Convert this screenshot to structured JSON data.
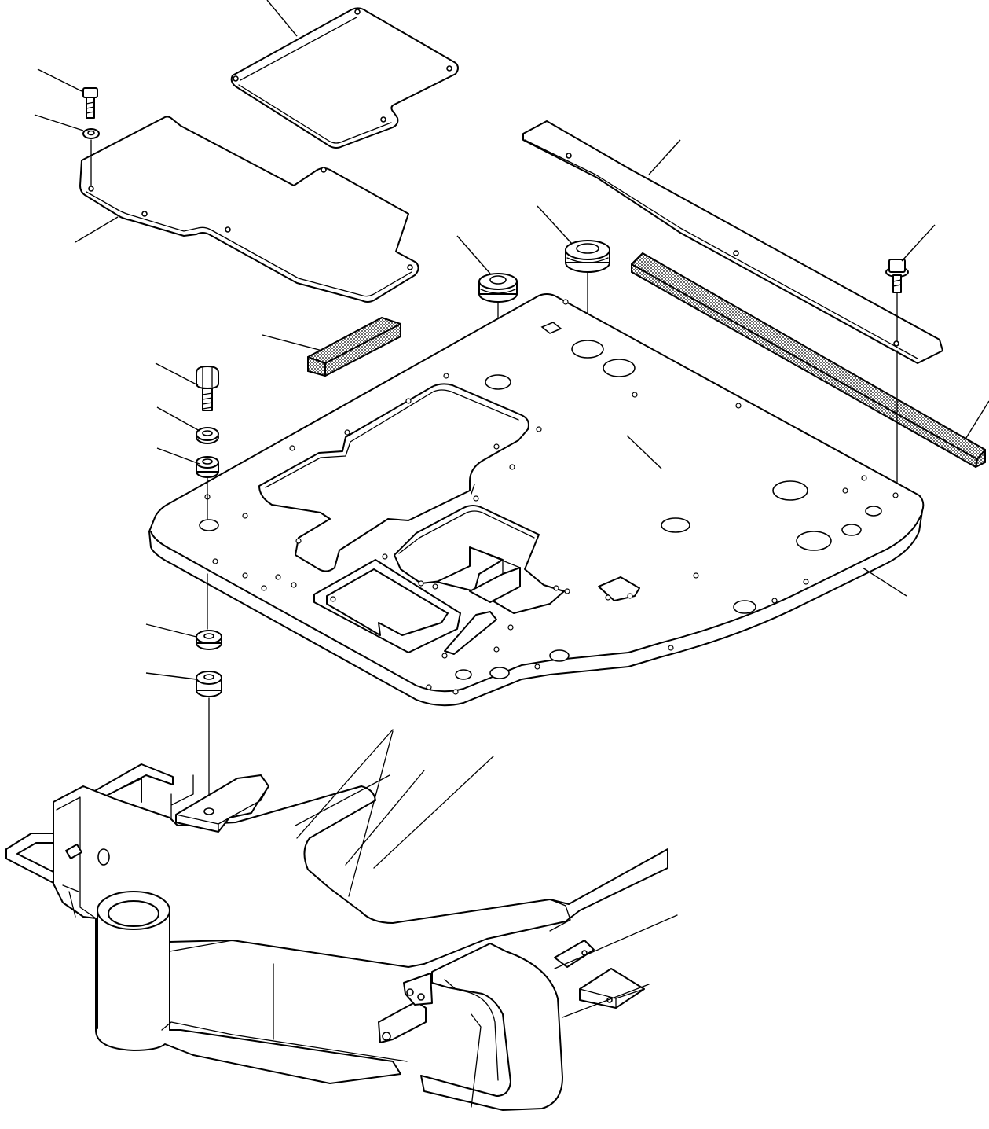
{
  "colors": {
    "line": "#000000",
    "background": "#ffffff"
  },
  "parts": [
    "cover-plate",
    "floor-mat",
    "bolt-small",
    "washer-small",
    "sound-pad-small",
    "sound-pad-long",
    "strip-plate",
    "bolt-flange",
    "grommet",
    "floor-plate",
    "mount-bolt",
    "mount-washer",
    "rubber-mount-upper",
    "rubber-mount-lower",
    "frame"
  ]
}
